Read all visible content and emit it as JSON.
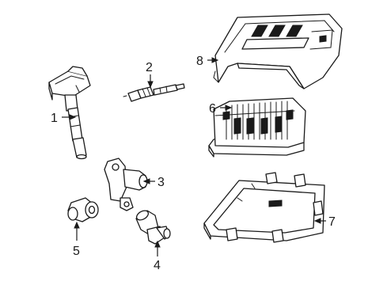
{
  "callouts": {
    "c1": "1",
    "c2": "2",
    "c3": "3",
    "c4": "4",
    "c5": "5",
    "c6": "6",
    "c7": "7",
    "c8": "8"
  },
  "parts": [
    {
      "callout": "1",
      "icon": "ignition-coil-icon"
    },
    {
      "callout": "2",
      "icon": "spark-plug-icon"
    },
    {
      "callout": "3",
      "icon": "camshaft-position-sensor-icon"
    },
    {
      "callout": "4",
      "icon": "crankshaft-position-sensor-icon"
    },
    {
      "callout": "5",
      "icon": "knock-sensor-icon"
    },
    {
      "callout": "6",
      "icon": "engine-control-module-icon"
    },
    {
      "callout": "7",
      "icon": "module-bracket-icon"
    },
    {
      "callout": "8",
      "icon": "module-cover-icon"
    }
  ]
}
